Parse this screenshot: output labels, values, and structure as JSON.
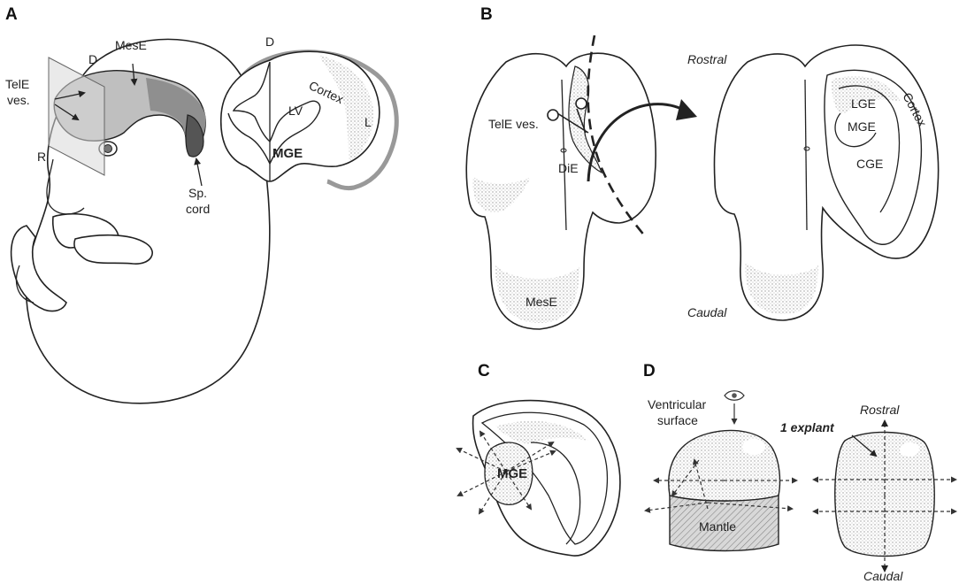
{
  "panels": {
    "a": {
      "letter": "A",
      "labels": {
        "tele_ves": [
          "TelE",
          "ves."
        ],
        "d": "D",
        "mese": "MesE",
        "r": "R",
        "sp_cord": [
          "Sp.",
          "cord"
        ],
        "section_d": "D",
        "cortex": "Cortex",
        "lv": "LV",
        "l": "L",
        "mge": "MGE"
      }
    },
    "b": {
      "letter": "B",
      "labels": {
        "tele_ves": "TelE ves.",
        "die": "DiE",
        "mese": "MesE",
        "rostral": "Rostral",
        "caudal": "Caudal",
        "lge": "LGE",
        "mge": "MGE",
        "cge": "CGE",
        "cortex": "Cortex"
      }
    },
    "c": {
      "letter": "C",
      "labels": {
        "mge": "MGE"
      }
    },
    "d": {
      "letter": "D",
      "labels": {
        "ventricular_surface": [
          "Ventricular",
          "surface"
        ],
        "mantle": "Mantle",
        "rostral": "Rostral",
        "one_explant": "1 explant",
        "caudal": "Caudal"
      }
    }
  },
  "icons": [
    "eye-icon",
    "scissors-icon",
    "curved-arrow-icon",
    "dashed-arrow-icon"
  ],
  "colors": {
    "line": "#222222",
    "dark_fill": "#555555",
    "shade": "#bbbbbb",
    "gray_arc": "#999999"
  }
}
